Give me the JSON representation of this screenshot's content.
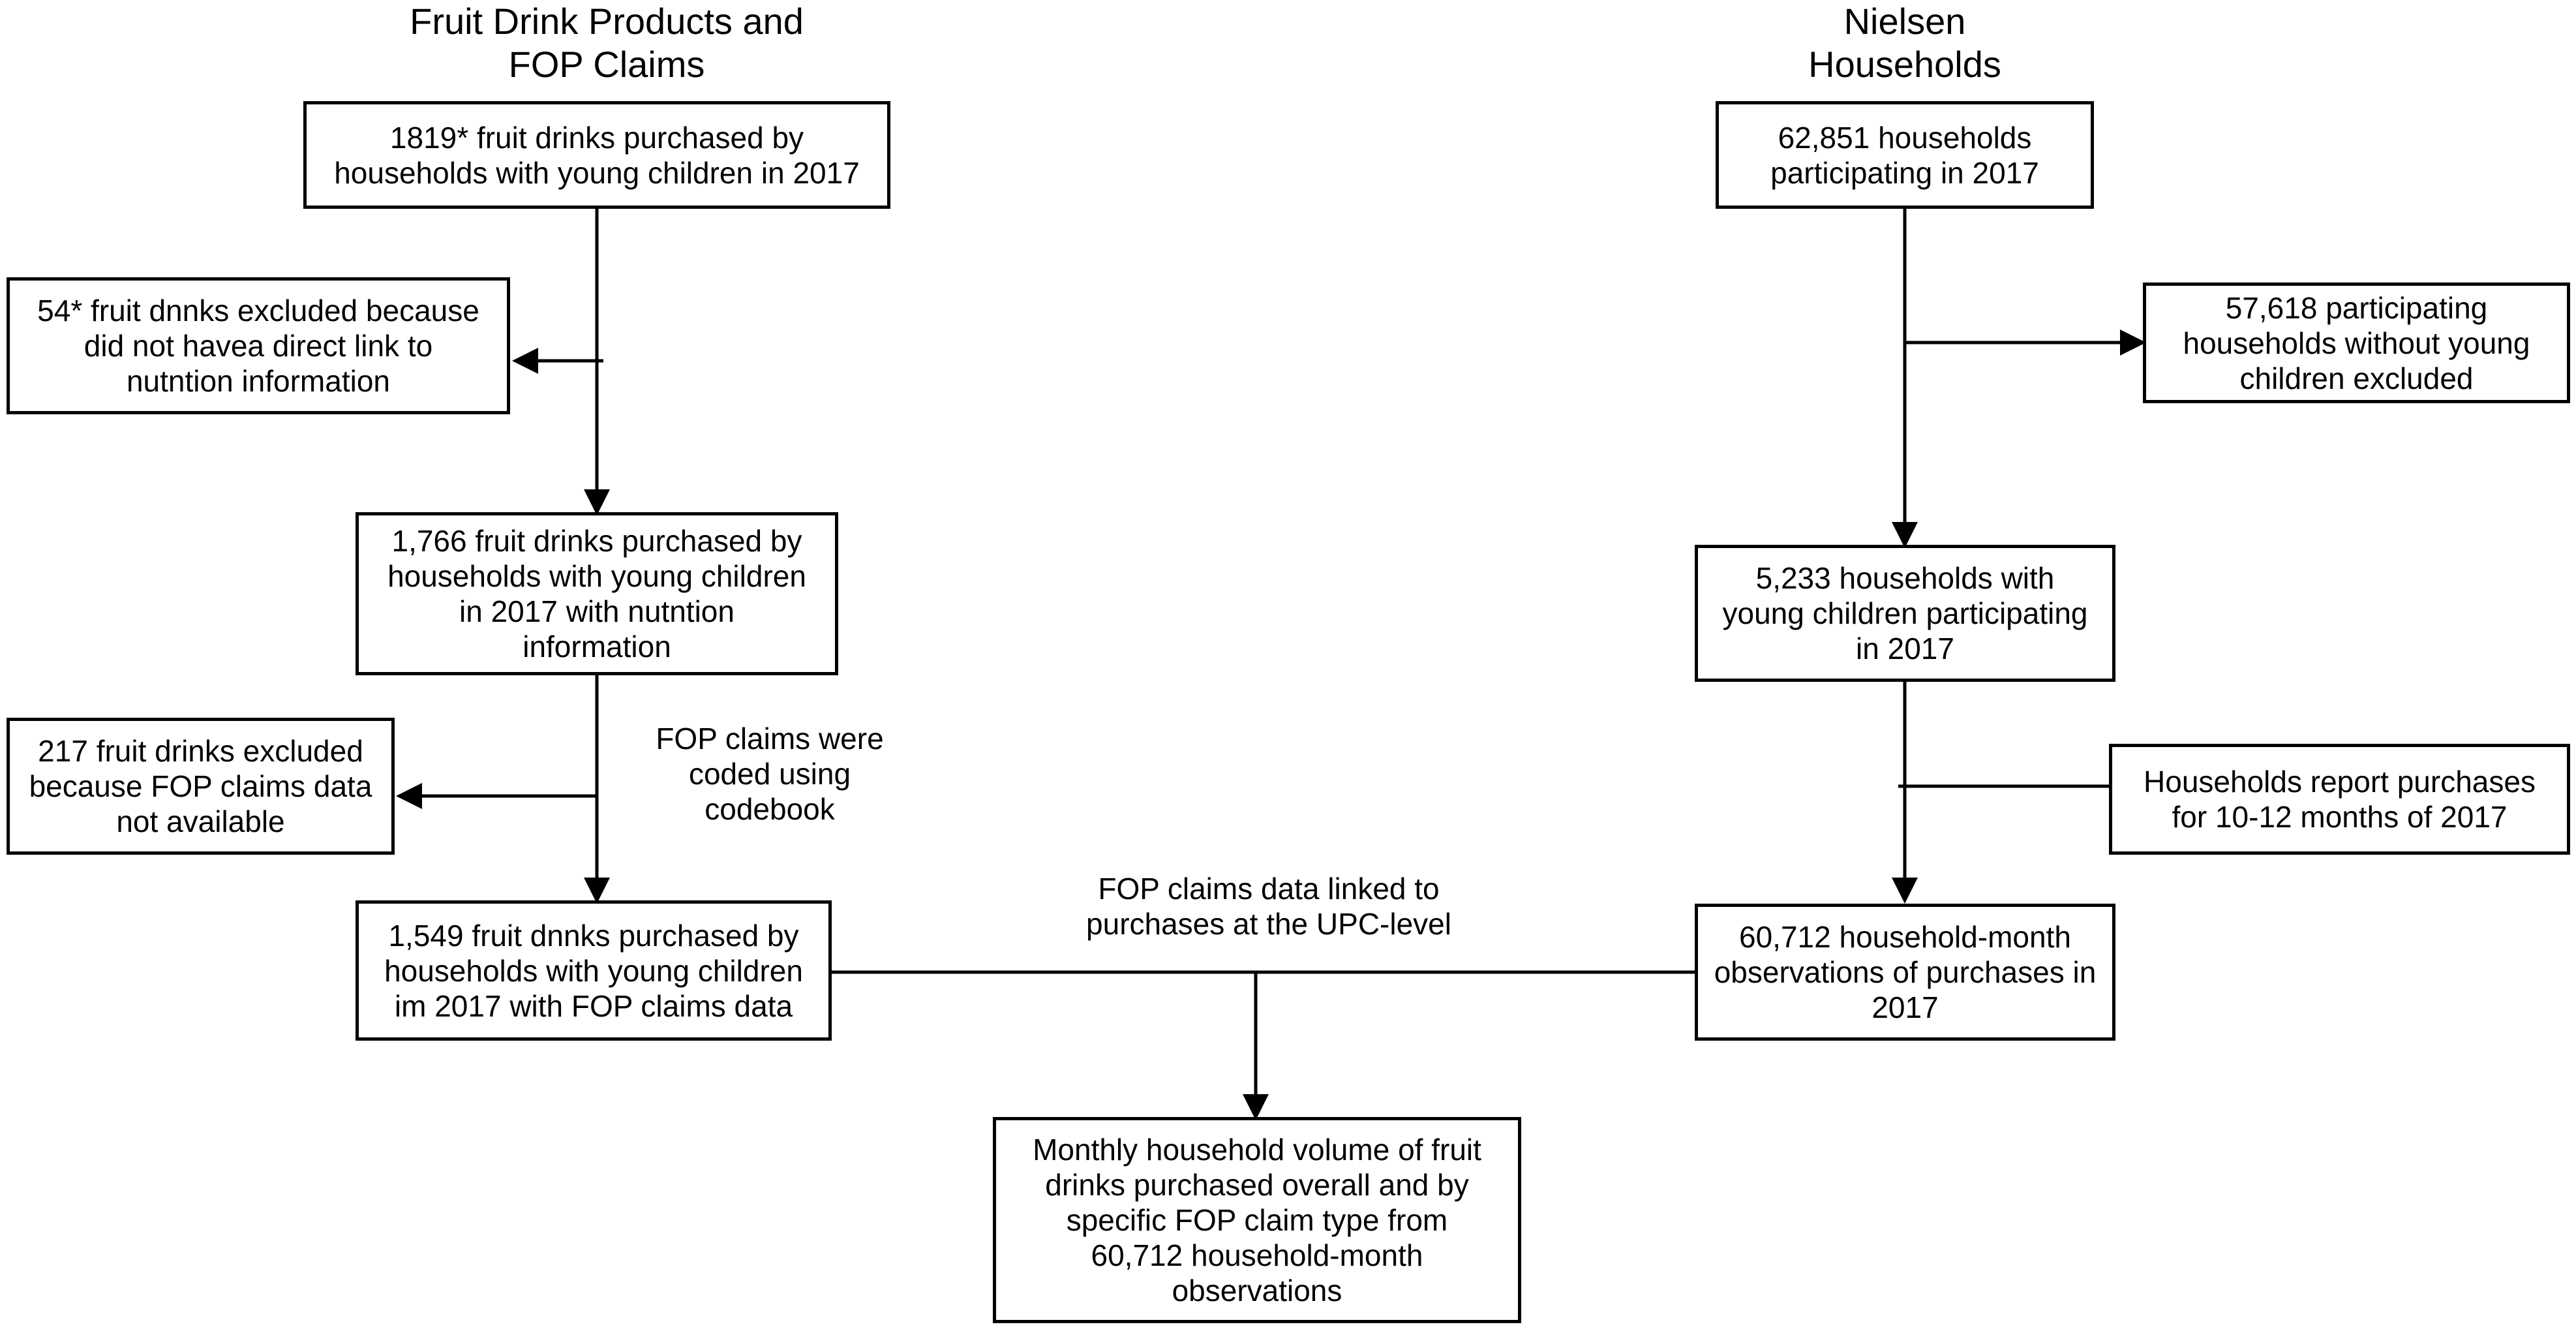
{
  "left_column": {
    "heading": "Fruit Drink Products and\nFOP Claims",
    "start_box": "1819* fruit drinks purchased by\nhouseholds with young children in 2017",
    "exclusion_1": "54* fruit dnnks excluded because\ndid not havea direct link to\nnutntion information",
    "middle_box": "1,766 fruit drinks purchased by\nhouseholds with young children\nin 2017 with nutntion\ninformation",
    "exclusion_2": "217 fruit drinks excluded\nbecause FOP claims data\nnot available",
    "coding_note": "FOP claims were\ncoded using\ncodebook",
    "final_box": "1,549 fruit dnnks purchased by\nhouseholds with young children\nim 2017 with FOP claims data"
  },
  "right_column": {
    "heading": "Nielsen\nHouseholds",
    "start_box": "62,851 households\nparticipating in 2017",
    "exclusion_1": "57,618 participating\nhouseholds without young\nchildren excluded",
    "middle_box": "5,233 households with\nyoung children participating\nin 2017",
    "reporting_note": "Households report purchases\nfor 10-12 months of 2017",
    "final_box": "60,712 household-month\nobservations of purchases in\n2017"
  },
  "link_label": "FOP claims data linked to\npurchases at the UPC-level",
  "outcome_box": "Monthly household volume of fruit\ndrinks purchased overall and by\nspecific FOP claim type from\n60,712 household-month\nobservations"
}
